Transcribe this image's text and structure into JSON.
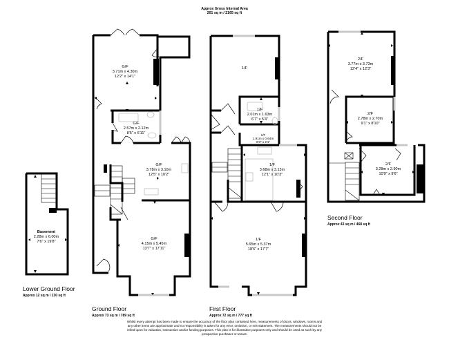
{
  "header": {
    "title": "Approx Gross Internal Area",
    "area": "201 sq m / 2165 sq ft"
  },
  "floors": [
    {
      "id": "lower-ground",
      "title": "Lower Ground Floor",
      "area": "Approx 12 sq m / 130 sq ft",
      "rooms": [
        {
          "name": "Basement",
          "metric": "2.28m x 6.00m",
          "imperial": "7'6\" x 19'8\""
        }
      ]
    },
    {
      "id": "ground",
      "title": "Ground Floor",
      "area": "Approx 73 sq m / 789 sq ft",
      "rooms": [
        {
          "name": "G/F",
          "metric": "3.71m x 4.30m",
          "imperial": "12'2\" x 14'1\""
        },
        {
          "name": "G/F",
          "metric": "2.57m x 2.12m",
          "imperial": "8'5\" x 6'11\""
        },
        {
          "name": "G/F",
          "metric": "3.78m x 3.10m",
          "imperial": "12'5\" x 10'2\""
        },
        {
          "name": "G/F",
          "metric": "4.15m x 5.45m",
          "imperial": "13'7\" x 17'11\""
        }
      ]
    },
    {
      "id": "first",
      "title": "First Floor",
      "area": "Approx 72 sq m / 777 sq ft",
      "rooms": [
        {
          "name": "1/F",
          "metric": "",
          "imperial": ""
        },
        {
          "name": "1/F",
          "metric": "2.01m x 1.63m",
          "imperial": "6'7\" x 5'4\""
        },
        {
          "name": "1/F",
          "metric": "1.91m x 0.64m",
          "imperial": "6'3\" x 2'1\""
        },
        {
          "name": "1/F",
          "metric": "3.68m x 3.13m",
          "imperial": "12'1\" x 10'3\""
        },
        {
          "name": "1/F",
          "metric": "5.65m x 5.37m",
          "imperial": "18'6\" x 17'7\""
        }
      ]
    },
    {
      "id": "second",
      "title": "Second Floor",
      "area": "Approx 43 sq m / 468 sq ft",
      "rooms": [
        {
          "name": "2/F",
          "metric": "3.77m x 3.73m",
          "imperial": "12'4\" x 12'3\""
        },
        {
          "name": "2/F",
          "metric": "2.78m x 2.70m",
          "imperial": "9'1\" x 8'10\""
        },
        {
          "name": "2/F",
          "metric": "3.28m x 2.90m",
          "imperial": "10'9\" x 9'6\""
        }
      ]
    }
  ],
  "disclaimer": "Whilst every attempt has been made to ensure the accuracy of the floor plan contained here, measurements of doors, windows, rooms and any other items are approximate and no responsibility is taken for any error, omission, or mis-statement. The measurements should not be relied upon for valuation, transaction and/or funding purposes. This plan is for illustrative purposes only and should be used as such by any prospective purchaser or tenant.",
  "colors": {
    "wall": "#000000",
    "window": "#c8c8c8",
    "fixture": "#bdbdbd",
    "background": "#ffffff"
  }
}
